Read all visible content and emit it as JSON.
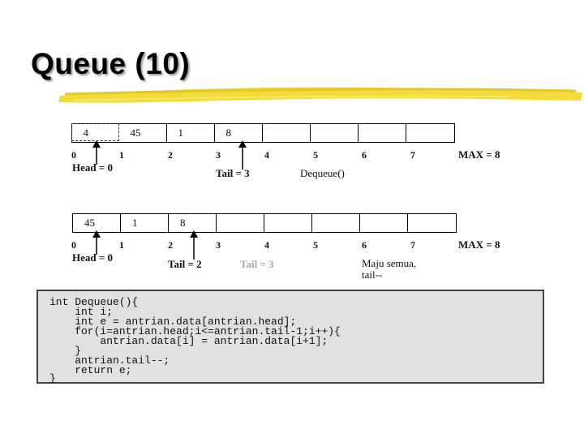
{
  "slide": {
    "title": "Queue (10)"
  },
  "diagram1": {
    "cells": [
      "4",
      "45",
      "1",
      "8",
      "",
      "",
      "",
      ""
    ],
    "indices": [
      "0",
      "1",
      "2",
      "3",
      "4",
      "5",
      "6",
      "7"
    ],
    "max_label": "MAX = 8",
    "head_label": "Head = 0",
    "tail_label": "Tail = 3",
    "op_label": "Dequeue()"
  },
  "diagram2": {
    "cells": [
      "45",
      "1",
      "8",
      "",
      "",
      "",
      "",
      ""
    ],
    "indices": [
      "0",
      "1",
      "2",
      "3",
      "4",
      "5",
      "6",
      "7"
    ],
    "max_label": "MAX = 8",
    "head_label": "Head = 0",
    "tail_label": "Tail = 2",
    "old_tail_label": "Tail = 3",
    "note_line1": "Maju semua,",
    "note_line2": "tail--"
  },
  "code": {
    "lines": [
      "int Dequeue(){",
      "    int i;",
      "    int e = antrian.data[antrian.head];",
      "    for(i=antrian.head;i<=antrian.tail-1;i++){",
      "        antrian.data[i] = antrian.data[i+1];",
      "    }",
      "    antrian.tail--;",
      "    return e;",
      "}"
    ]
  },
  "colors": {
    "highlighter": "#f2dc3c",
    "code_background": "#e1e1e1",
    "faded_label": "#aaaaaa"
  }
}
